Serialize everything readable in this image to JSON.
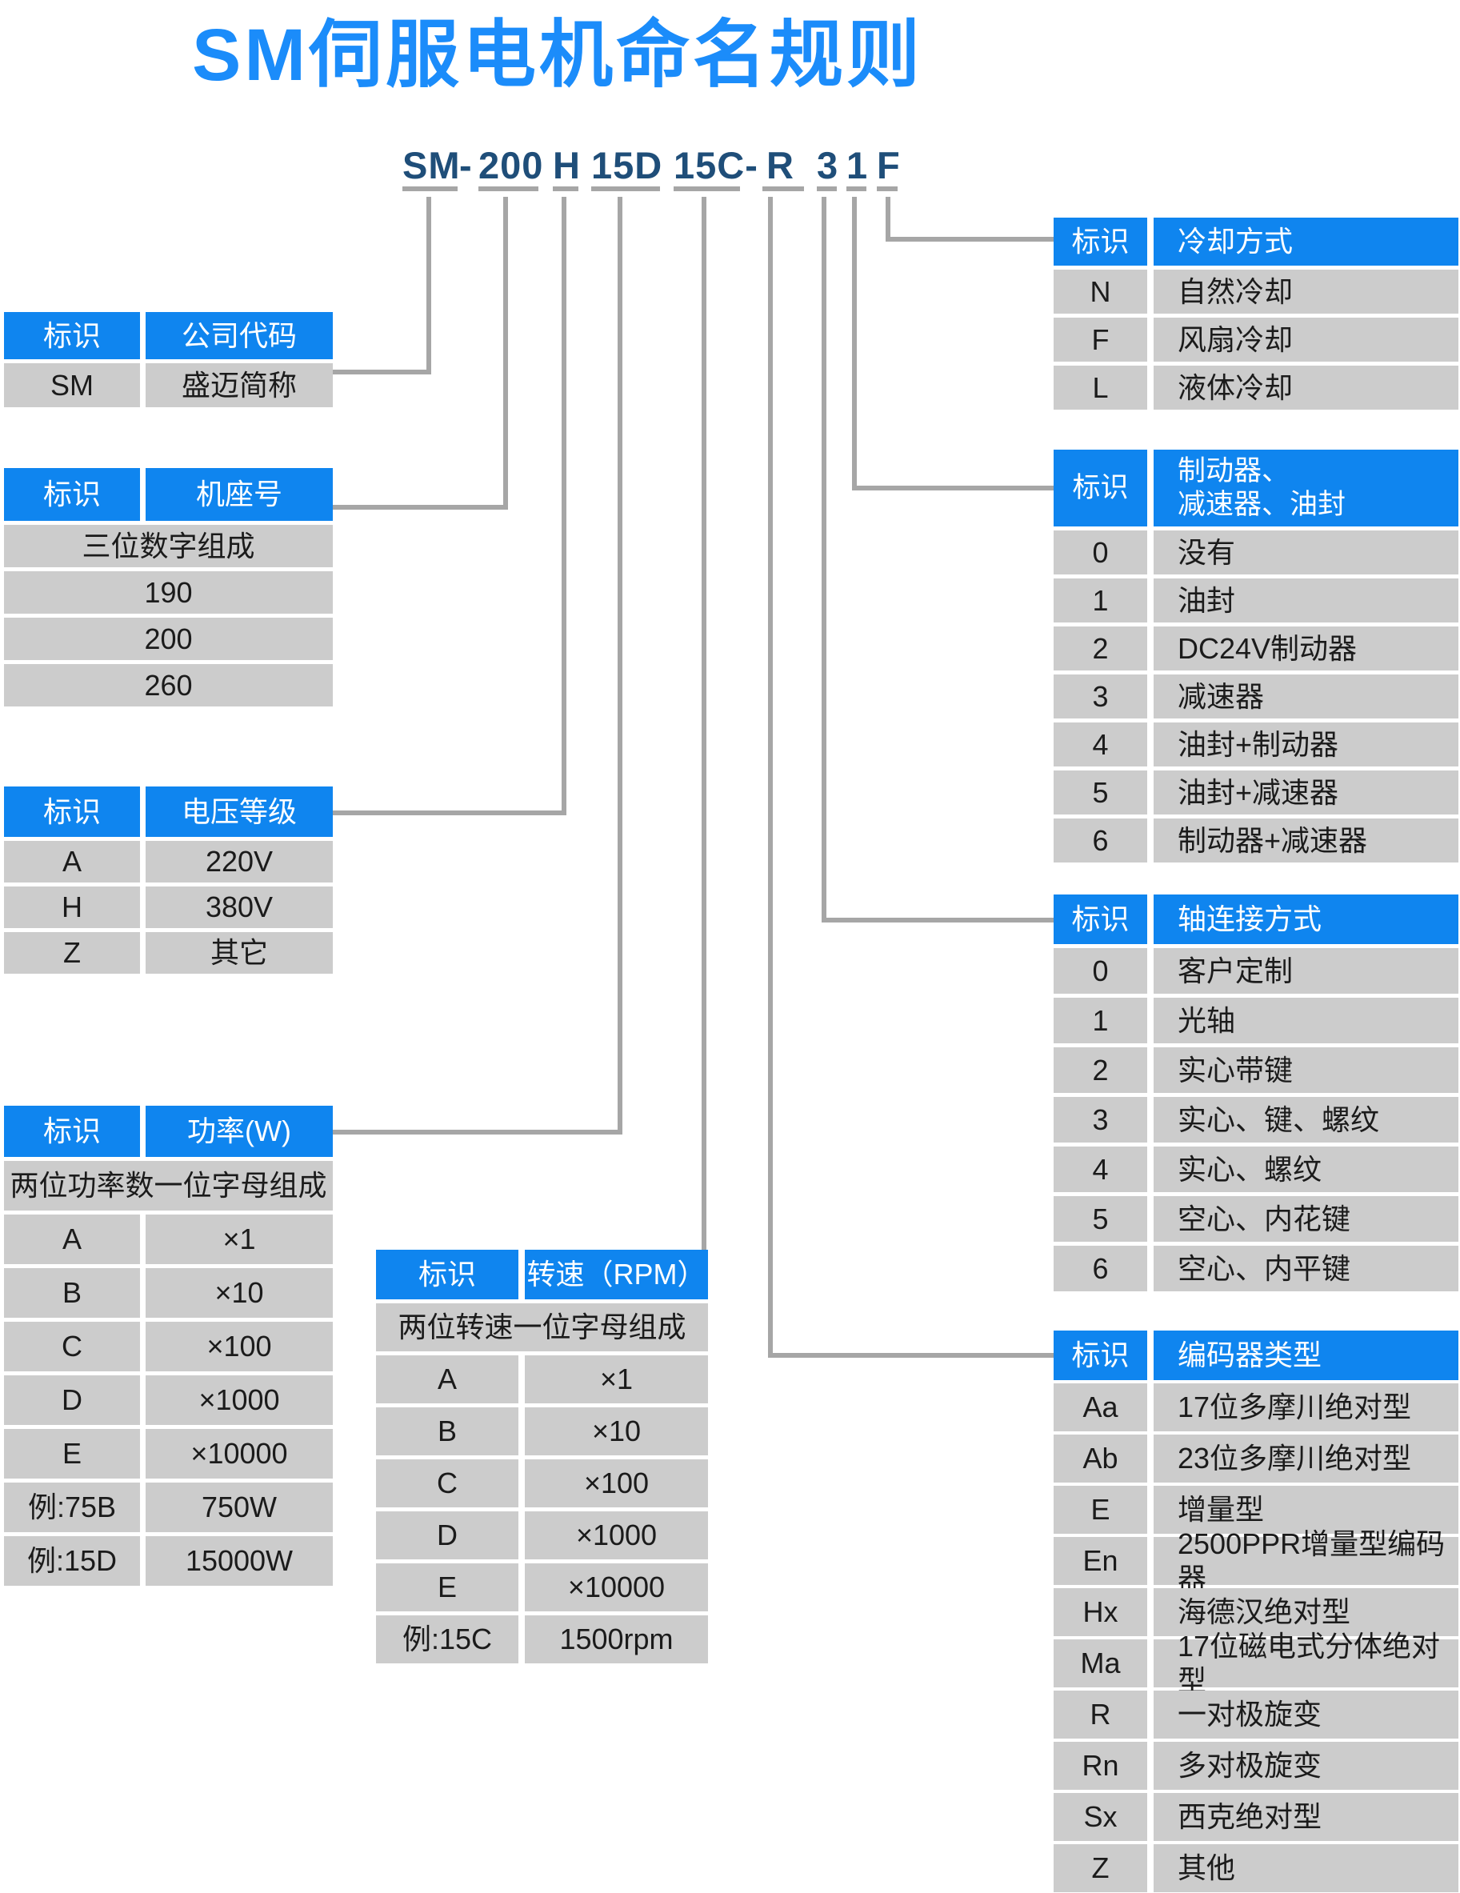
{
  "title": "SM伺服电机命名规则",
  "model": {
    "segments": [
      "SM",
      "-",
      "200",
      "H",
      "15D",
      "15C-",
      "R",
      "3",
      "1",
      "F"
    ]
  },
  "tables": {
    "company": {
      "header": [
        "标识",
        "公司代码"
      ],
      "rows": [
        [
          "SM",
          "盛迈简称"
        ]
      ]
    },
    "frame": {
      "header": [
        "标识",
        "机座号"
      ],
      "rows": [
        [
          "三位数字组成"
        ],
        [
          "190"
        ],
        [
          "200"
        ],
        [
          "260"
        ]
      ]
    },
    "voltage": {
      "header": [
        "标识",
        "电压等级"
      ],
      "rows": [
        [
          "A",
          "220V"
        ],
        [
          "H",
          "380V"
        ],
        [
          "Z",
          "其它"
        ]
      ]
    },
    "power": {
      "header": [
        "标识",
        "功率(W)"
      ],
      "rows": [
        [
          "两位功率数一位字母组成"
        ],
        [
          "A",
          "×1"
        ],
        [
          "B",
          "×10"
        ],
        [
          "C",
          "×100"
        ],
        [
          "D",
          "×1000"
        ],
        [
          "E",
          "×10000"
        ],
        [
          "例:75B",
          "750W"
        ],
        [
          "例:15D",
          "15000W"
        ]
      ]
    },
    "rpm": {
      "header": [
        "标识",
        "转速（RPM）"
      ],
      "rows": [
        [
          "两位转速一位字母组成"
        ],
        [
          "A",
          "×1"
        ],
        [
          "B",
          "×10"
        ],
        [
          "C",
          "×100"
        ],
        [
          "D",
          "×1000"
        ],
        [
          "E",
          "×10000"
        ],
        [
          "例:15C",
          "1500rpm"
        ]
      ]
    },
    "cooling": {
      "header": [
        "标识",
        "冷却方式"
      ],
      "rows": [
        [
          "N",
          "自然冷却"
        ],
        [
          "F",
          "风扇冷却"
        ],
        [
          "L",
          "液体冷却"
        ]
      ]
    },
    "brake": {
      "header": [
        "标识",
        "制动器、\n减速器、油封"
      ],
      "rows": [
        [
          "0",
          "没有"
        ],
        [
          "1",
          "油封"
        ],
        [
          "2",
          "DC24V制动器"
        ],
        [
          "3",
          "减速器"
        ],
        [
          "4",
          "油封+制动器"
        ],
        [
          "5",
          "油封+减速器"
        ],
        [
          "6",
          "制动器+减速器"
        ]
      ]
    },
    "shaft": {
      "header": [
        "标识",
        "轴连接方式"
      ],
      "rows": [
        [
          "0",
          "客户定制"
        ],
        [
          "1",
          "光轴"
        ],
        [
          "2",
          "实心带键"
        ],
        [
          "3",
          "实心、键、螺纹"
        ],
        [
          "4",
          "实心、螺纹"
        ],
        [
          "5",
          "空心、内花键"
        ],
        [
          "6",
          "空心、内平键"
        ]
      ]
    },
    "encoder": {
      "header": [
        "标识",
        "编码器类型"
      ],
      "rows": [
        [
          "Aa",
          "17位多摩川绝对型"
        ],
        [
          "Ab",
          "23位多摩川绝对型"
        ],
        [
          "E",
          "增量型"
        ],
        [
          "En",
          "2500PPR增量型编码器"
        ],
        [
          "Hx",
          "海德汉绝对型"
        ],
        [
          "Ma",
          "17位磁电式分体绝对型"
        ],
        [
          "R",
          "一对极旋变"
        ],
        [
          "Rn",
          "多对极旋变"
        ],
        [
          "Sx",
          "西克绝对型"
        ],
        [
          "Z",
          "其他"
        ]
      ]
    }
  },
  "colors": {
    "title_blue": "#1b8cfa",
    "header_blue": "#0f85ef",
    "row_gray": "#cccccc",
    "model_navy": "#1f4e79",
    "line_gray": "#a6a6a6",
    "text_dark": "#1b1b1b",
    "background": "#ffffff"
  }
}
